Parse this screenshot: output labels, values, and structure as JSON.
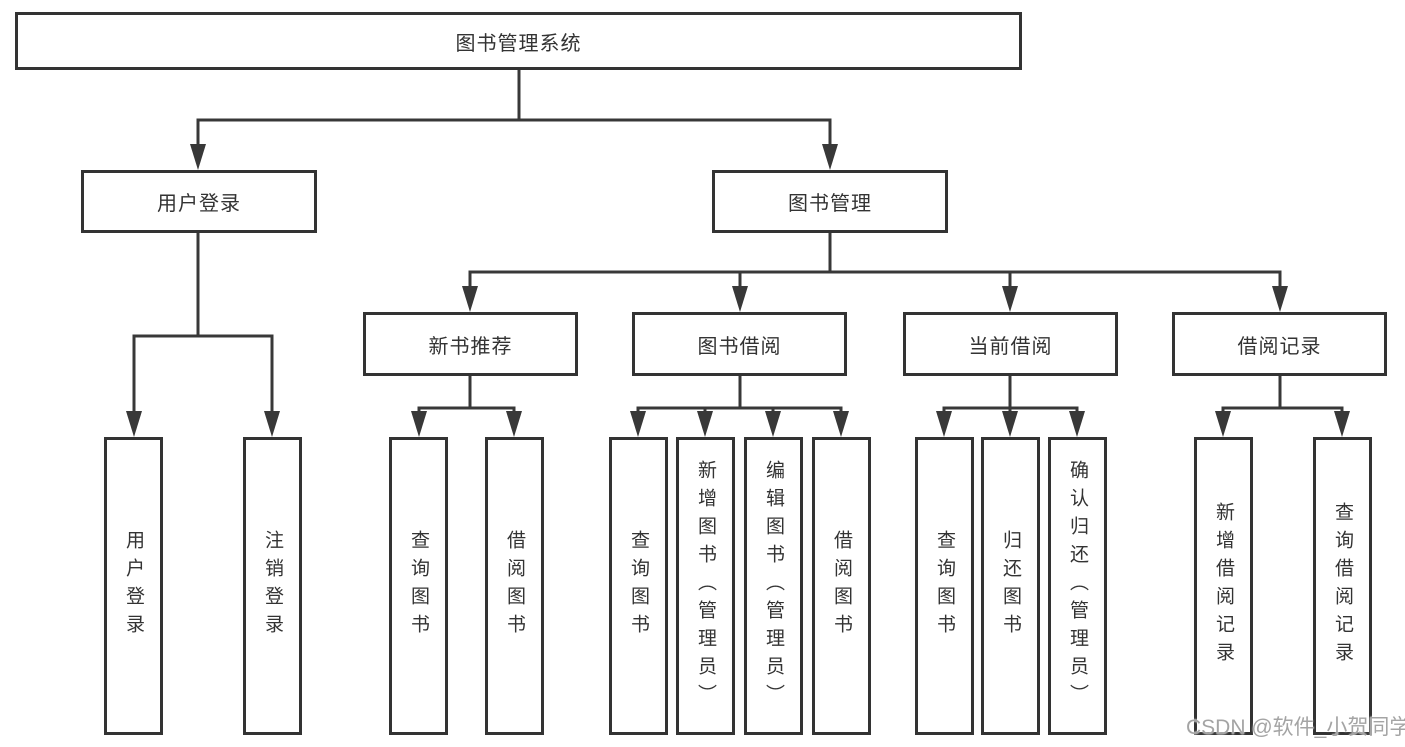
{
  "tree": {
    "root": "图书管理系统",
    "level2": [
      {
        "label": "用户登录"
      },
      {
        "label": "图书管理"
      }
    ],
    "login_children": [
      "用户登录",
      "注销登录"
    ],
    "groups": [
      {
        "label": "新书推荐",
        "children": [
          "查询图书",
          "借阅图书"
        ]
      },
      {
        "label": "图书借阅",
        "children": [
          "查询图书",
          "新增图书（管理员）",
          "编辑图书（管理员）",
          "借阅图书"
        ]
      },
      {
        "label": "当前借阅",
        "children": [
          "查询图书",
          "归还图书",
          "确认归还（管理员）"
        ]
      },
      {
        "label": "借阅记录",
        "children": [
          "新增借阅记录",
          "查询借阅记录"
        ]
      }
    ]
  },
  "watermark": "CSDN @软件_小贺同学",
  "colors": {
    "line": "#383838",
    "box_border": "#333333",
    "text": "#333333",
    "background": "#ffffff",
    "watermark": "#949494"
  }
}
